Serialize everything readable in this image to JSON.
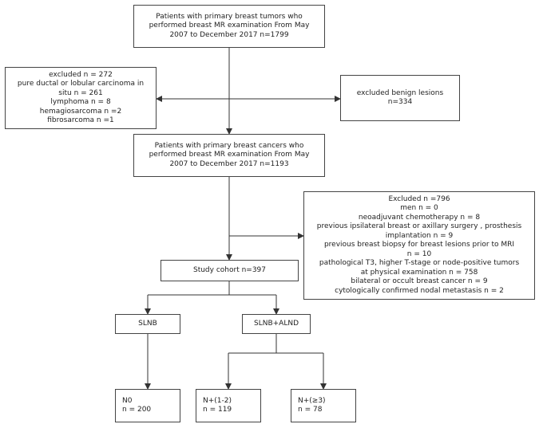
{
  "boxes": {
    "top": [
      "Patients with primary breast tumors who",
      "performed breast MR examination From May",
      "2007 to December 2017 n=1799"
    ],
    "excluded_left": [
      "excluded n = 272",
      "pure ductal or lobular carcinoma in",
      "situ n = 261",
      "lymphoma n = 8",
      "hemagiosarcoma n =2",
      "fibrosarcoma n =1"
    ],
    "excluded_benign": [
      "excluded benign lesions",
      "n=334"
    ],
    "cancers": [
      "Patients with primary breast cancers who",
      "performed breast MR examination From May",
      "2007 to December 2017 n=1193"
    ],
    "excluded_right": [
      "Excluded n =796",
      "men n = 0",
      "neoadjuvant chemotherapy n = 8",
      "previous ipsilateral breast or axillary surgery , prosthesis",
      "implantation  n = 9",
      "previous breast biopsy for breast lesions prior to MRI",
      "n = 10",
      "pathological T3, higher T-stage or node-positive  tumors",
      "at physical examination n = 758",
      "bilateral or occult breast cancer n = 9",
      "cytologically confirmed nodal metastasis n = 2"
    ],
    "cohort": [
      "Study cohort n=397"
    ],
    "slnb": [
      "SLNB"
    ],
    "slnb_alnd": [
      "SLNB+ALND"
    ],
    "n0": [
      "N0",
      "n = 200"
    ],
    "n12": [
      "N+(1-2)",
      "n = 119"
    ],
    "n3": [
      "N+(≥3)",
      "n = 78"
    ]
  }
}
